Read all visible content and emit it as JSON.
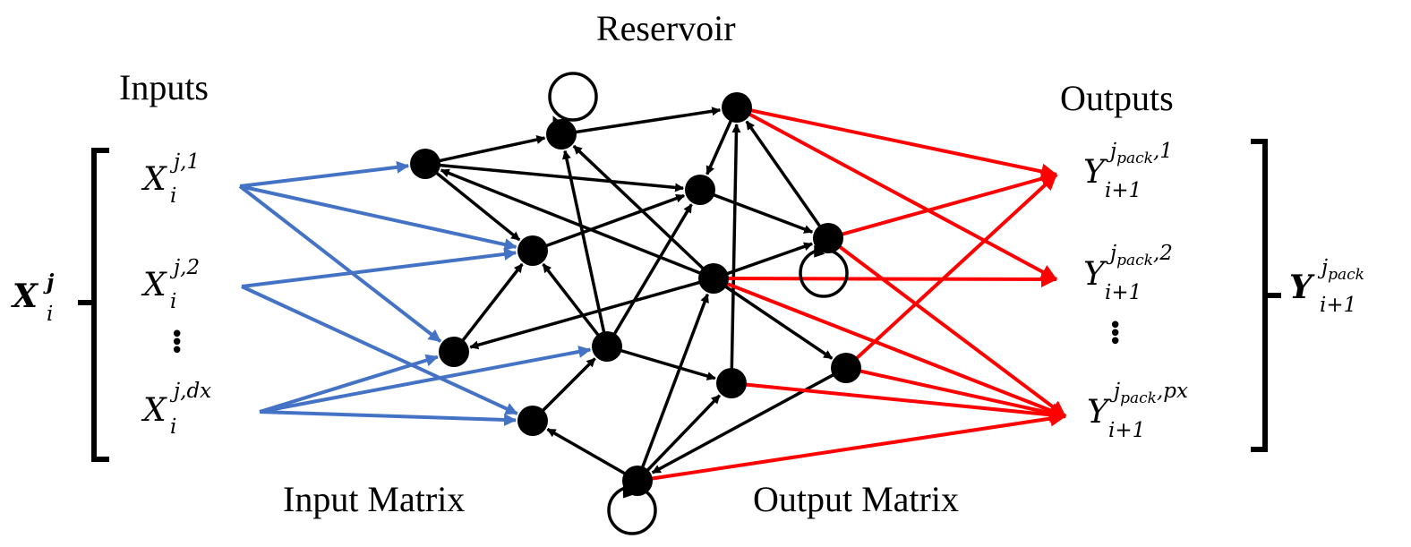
{
  "labels": {
    "reservoir": "Reservoir",
    "inputs": "Inputs",
    "outputs": "Outputs",
    "input_matrix": "Input Matrix",
    "output_matrix": "Output Matrix"
  },
  "inputs": {
    "group": {
      "base": "X",
      "sup": "j",
      "sub": "i"
    },
    "items": [
      {
        "base": "X",
        "sup": "j,1",
        "sub": "i"
      },
      {
        "base": "X",
        "sup": "j,2",
        "sub": "i"
      },
      {
        "base": "X",
        "sup": "j,dx",
        "sub": "i"
      }
    ],
    "ellipsis": "⋮"
  },
  "outputs": {
    "group": {
      "base": "Y",
      "sup": "j",
      "sup_sub": "pack",
      "sub": "i+1"
    },
    "items": [
      {
        "base": "Y",
        "sup": "j",
        "sup_sub": "pack",
        "sup_tail": ",1",
        "sub": "i+1"
      },
      {
        "base": "Y",
        "sup": "j",
        "sup_sub": "pack",
        "sup_tail": ",2",
        "sub": "i+1"
      },
      {
        "base": "Y",
        "sup": "j",
        "sup_sub": "pack",
        "sup_tail": ",px",
        "sub": "i+1"
      }
    ],
    "ellipsis": "⋮"
  },
  "colors": {
    "input_edges": "#4472C4",
    "output_edges": "#FF0000",
    "reservoir_edges": "#000000",
    "nodes": "#000000"
  },
  "graph": {
    "nodes": [
      "A",
      "B",
      "C",
      "D",
      "E",
      "F",
      "G",
      "H",
      "I",
      "J",
      "K",
      "L",
      "M"
    ],
    "self_loops": [
      "B",
      "F",
      "M"
    ],
    "reservoir_edges": [
      [
        "A",
        "B"
      ],
      [
        "A",
        "D"
      ],
      [
        "A",
        "E"
      ],
      [
        "B",
        "C"
      ],
      [
        "C",
        "D"
      ],
      [
        "D",
        "F"
      ],
      [
        "E",
        "D"
      ],
      [
        "F",
        "C"
      ],
      [
        "G",
        "A"
      ],
      [
        "G",
        "B"
      ],
      [
        "G",
        "F"
      ],
      [
        "G",
        "H"
      ],
      [
        "G",
        "K"
      ],
      [
        "H",
        "E"
      ],
      [
        "I",
        "E"
      ],
      [
        "I",
        "B"
      ],
      [
        "I",
        "D"
      ],
      [
        "I",
        "J"
      ],
      [
        "J",
        "C"
      ],
      [
        "L",
        "I"
      ],
      [
        "M",
        "L"
      ],
      [
        "M",
        "G"
      ],
      [
        "M",
        "J"
      ],
      [
        "K",
        "M"
      ]
    ],
    "input_edges": [
      [
        "in1",
        "A"
      ],
      [
        "in1",
        "E"
      ],
      [
        "in1",
        "H"
      ],
      [
        "in2",
        "E"
      ],
      [
        "in2",
        "L"
      ],
      [
        "in3",
        "H"
      ],
      [
        "in3",
        "I"
      ],
      [
        "in3",
        "L"
      ]
    ],
    "output_edges": [
      [
        "C",
        "out1"
      ],
      [
        "C",
        "out2"
      ],
      [
        "F",
        "out1"
      ],
      [
        "F",
        "out3"
      ],
      [
        "G",
        "out2"
      ],
      [
        "G",
        "out3"
      ],
      [
        "K",
        "out1"
      ],
      [
        "K",
        "out3"
      ],
      [
        "J",
        "out3"
      ],
      [
        "M",
        "out3"
      ]
    ]
  }
}
